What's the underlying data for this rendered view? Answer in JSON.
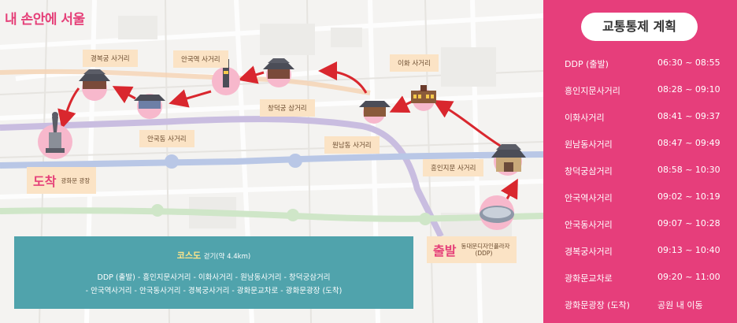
{
  "logo": "내 손안에 서울",
  "map": {
    "labels": [
      {
        "id": "gyeongbok",
        "text": "경복궁 사거리"
      },
      {
        "id": "anguk",
        "text": "안국역 사거리"
      },
      {
        "id": "ihwa",
        "text": "이화 사거리"
      },
      {
        "id": "changdeok",
        "text": "창덕궁 삼거리"
      },
      {
        "id": "andong",
        "text": "안국동 사거리"
      },
      {
        "id": "wonnam",
        "text": "원남동 사거리"
      },
      {
        "id": "heunginji",
        "text": "흥인지문 사거리"
      }
    ],
    "arrival": {
      "big": "도착",
      "small": "광화문 광장"
    },
    "departure": {
      "big": "출발",
      "small_1": "동대문디자인플라자",
      "small_2": "(DDP)"
    }
  },
  "course": {
    "title": "코스도",
    "subtitle": "걷기(약 4.4km)",
    "line_1": "DDP (출발) - 흥인지문사거리 - 이화사거리 - 원남동사거리 - 창덕궁삼거리",
    "line_2": "- 안국역사거리 - 안국동사거리 - 경복궁사거리 - 광화문교차로 - 광화문광장 (도착)"
  },
  "schedule": {
    "title": "교통통제 계획",
    "rows": [
      {
        "location": "DDP (출발)",
        "time": "06:30 ~ 08:55"
      },
      {
        "location": "흥인지문사거리",
        "time": "08:28 ~ 09:10"
      },
      {
        "location": "이화사거리",
        "time": "08:41 ~ 09:37"
      },
      {
        "location": "원남동사거리",
        "time": "08:47 ~ 09:49"
      },
      {
        "location": "창덕궁삼거리",
        "time": "08:58 ~ 10:30"
      },
      {
        "location": "안국역사거리",
        "time": "09:02 ~ 10:19"
      },
      {
        "location": "안국동사거리",
        "time": "09:07 ~ 10:28"
      },
      {
        "location": "경복궁사거리",
        "time": "09:13 ~ 10:40"
      },
      {
        "location": "광화문교차로",
        "time": "09:20 ~ 11:00"
      },
      {
        "location": "광화문광장 (도착)",
        "time": "공원 내 이동"
      }
    ]
  },
  "colors": {
    "accent": "#e63e7b",
    "label_bg": "#fbe3c5",
    "course_bg": "#50a3ac",
    "route_arrow": "#d9272e",
    "subway_purple": "#c9bde0",
    "subway_blue": "#b9c7e6",
    "subway_green": "#cfe6c8"
  }
}
